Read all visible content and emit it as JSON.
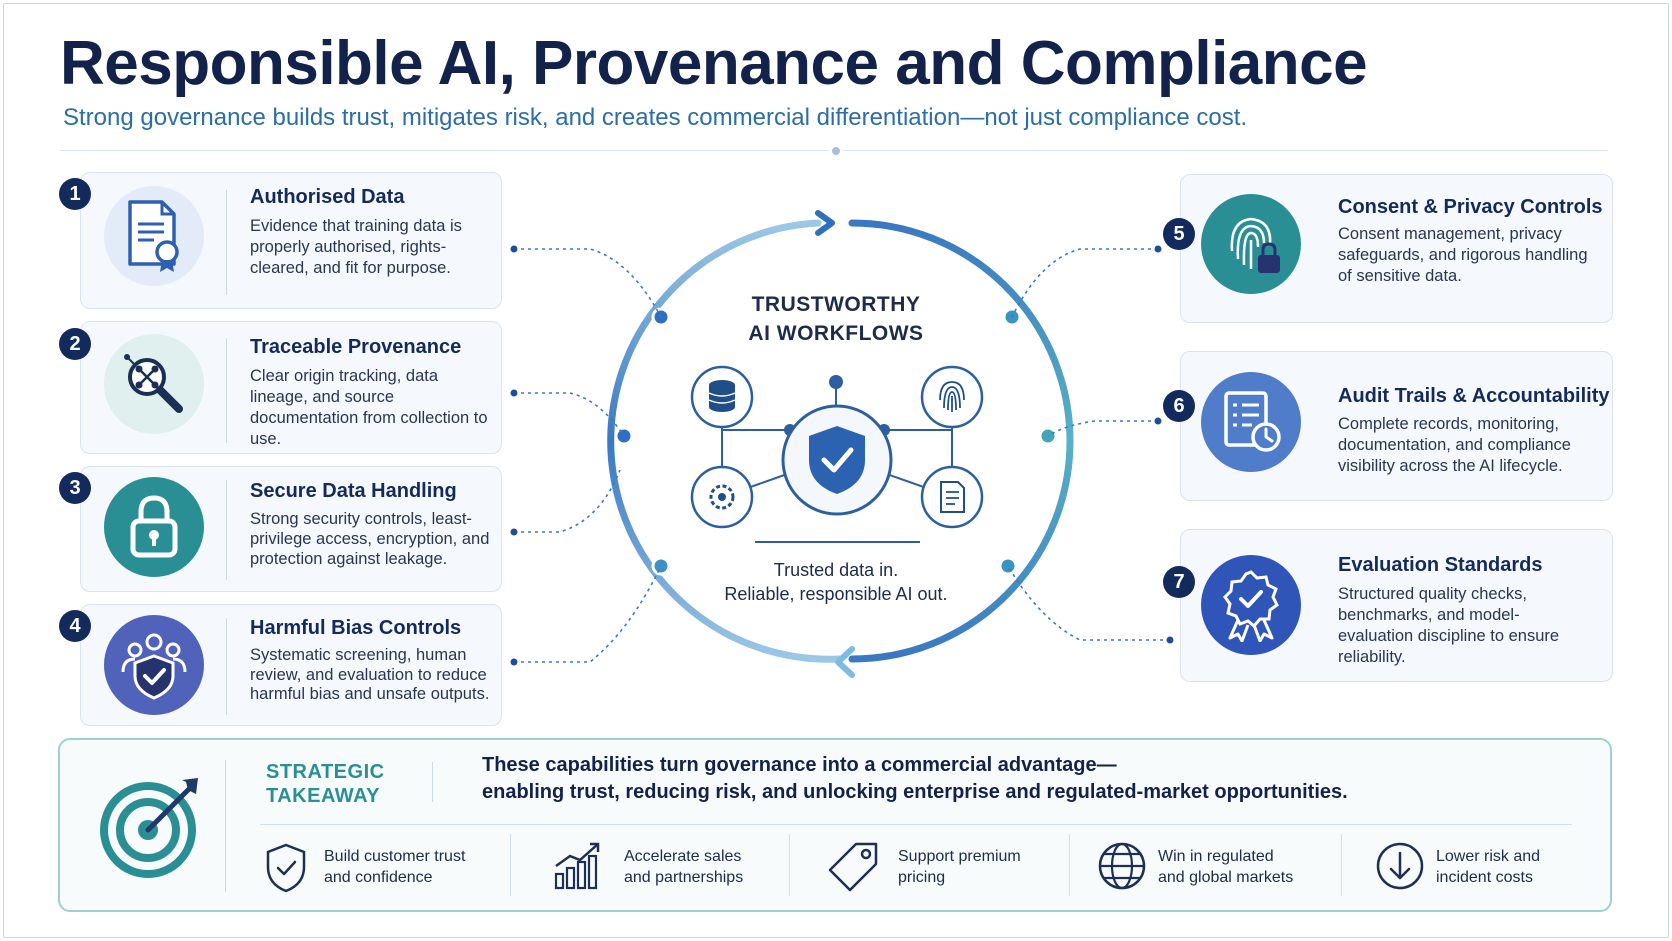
{
  "header": {
    "title": "Responsible AI, Provenance and Compliance",
    "subtitle": "Strong governance builds trust, mitigates risk, and creates commercial differentiation—not just compliance cost."
  },
  "left_cards": [
    {
      "number": "1",
      "title": "Authorised Data",
      "desc": "Evidence that training data is properly authorised, rights-cleared, and fit for purpose.",
      "icon": "certificate-document-icon",
      "color": "#3f6fc2"
    },
    {
      "number": "2",
      "title": "Traceable Provenance",
      "desc": "Clear origin tracking, data lineage, and source documentation from collection to use.",
      "icon": "magnifier-network-icon",
      "color": "#1e3a6a"
    },
    {
      "number": "3",
      "title": "Secure Data Handling",
      "desc": "Strong security controls, least-privilege access, encryption, and protection against leakage.",
      "icon": "padlock-icon",
      "color": "#2a8f94"
    },
    {
      "number": "4",
      "title": "Harmful Bias Controls",
      "desc": "Systematic screening, human review, and evaluation to reduce harmful bias and unsafe outputs.",
      "icon": "people-shield-icon",
      "color": "#4f5fb8"
    }
  ],
  "right_cards": [
    {
      "number": "5",
      "title": "Consent & Privacy Controls",
      "desc": "Consent management, privacy safeguards, and rigorous handling of sensitive data.",
      "icon": "fingerprint-lock-icon",
      "color": "#2a8f94"
    },
    {
      "number": "6",
      "title": "Audit Trails & Accountability",
      "desc": "Complete records, monitoring, documentation, and compliance visibility across the AI lifecycle.",
      "icon": "audit-clipboard-clock-icon",
      "color": "#3f6fc2"
    },
    {
      "number": "7",
      "title": "Evaluation Standards",
      "desc": "Structured quality checks, benchmarks, and model-evaluation discipline to ensure reliability.",
      "icon": "award-badge-icon",
      "color": "#2f55b8"
    }
  ],
  "center": {
    "label_line1": "TRUSTWORTHY",
    "label_line2": "AI WORKFLOWS",
    "sub_line1": "Trusted data in.",
    "sub_line2": "Reliable, responsible AI out."
  },
  "takeaway": {
    "label_line1": "STRATEGIC",
    "label_line2": "TAKEAWAY",
    "text_line1": "These capabilities turn governance into a commercial advantage—",
    "text_line2": "enabling trust, reducing risk, and unlocking enterprise and regulated-market opportunities.",
    "benefits": [
      {
        "line1": "Build customer trust",
        "line2": "and confidence",
        "icon": "shield-check-icon"
      },
      {
        "line1": "Accelerate sales",
        "line2": "and partnerships",
        "icon": "growth-chart-icon"
      },
      {
        "line1": "Support premium",
        "line2": "pricing",
        "icon": "price-tag-icon"
      },
      {
        "line1": "Win in regulated",
        "line2": "and global markets",
        "icon": "globe-icon"
      },
      {
        "line1": "Lower risk and",
        "line2": "incident costs",
        "icon": "down-arrow-circle-icon"
      }
    ]
  }
}
